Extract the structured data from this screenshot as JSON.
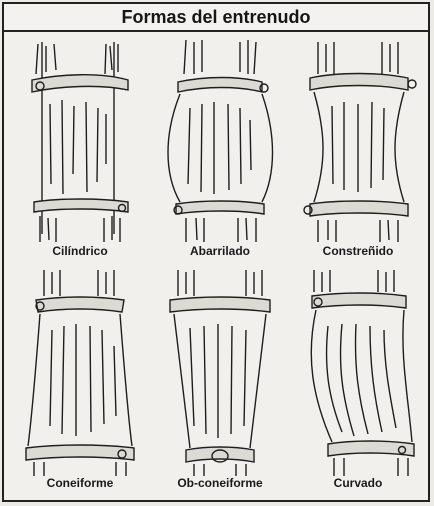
{
  "title": "Formas del entrenudo",
  "shapes": [
    {
      "label": "Cilíndrico"
    },
    {
      "label": "Abarrilado"
    },
    {
      "label": "Constreñido"
    },
    {
      "label": "Coneiforme"
    },
    {
      "label": "Ob-coneiforme"
    },
    {
      "label": "Curvado"
    }
  ],
  "colors": {
    "ink": "#1e1e1e",
    "paper": "#f1f0ec",
    "node": "#dcdad4"
  }
}
